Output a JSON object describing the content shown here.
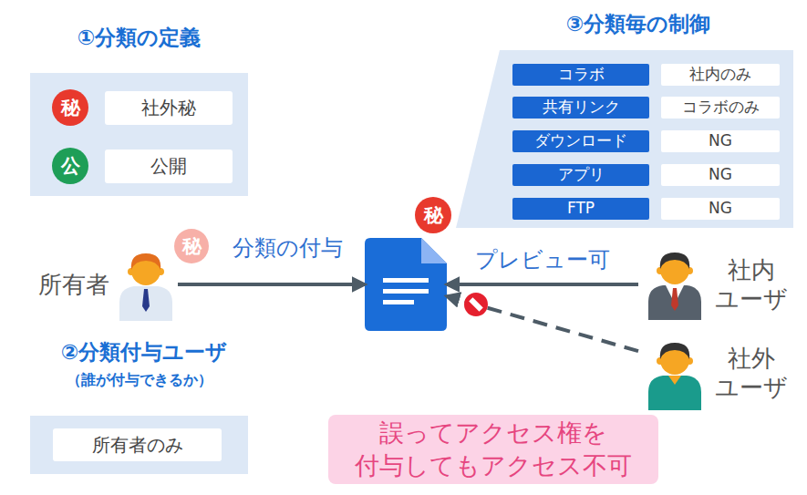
{
  "diagram": {
    "nodes": [
      {
        "text": [
          "①分類の定義"
        ]
      },
      {
        "text": [
          "秘"
        ],
        "in": 0
      },
      {
        "text": [
          "社外秘"
        ],
        "in": 0
      },
      {
        "text": [
          "公"
        ],
        "in": 0
      },
      {
        "text": [
          "公開"
        ],
        "in": 0
      },
      {
        "text": [
          "③分類毎の制御"
        ]
      },
      {
        "text": [
          "コラボ"
        ],
        "in": 5
      },
      {
        "text": [
          "社内のみ"
        ],
        "in": 5
      },
      {
        "text": [
          "共有リンク"
        ],
        "in": 5
      },
      {
        "text": [
          "コラボのみ"
        ],
        "in": 5
      },
      {
        "text": [
          "ダウンロード"
        ],
        "in": 5
      },
      {
        "text": [
          "NG"
        ],
        "in": 5
      },
      {
        "text": [
          "アプリ"
        ],
        "in": 5
      },
      {
        "text": [
          "NG"
        ],
        "in": 5
      },
      {
        "text": [
          "FTP"
        ],
        "in": 5
      },
      {
        "text": [
          "NG"
        ],
        "in": 5
      },
      {
        "text": [
          "秘"
        ]
      },
      {
        "text": [
          "所有者"
        ]
      },
      {
        "text": [
          "社内 ユーザ"
        ]
      },
      {
        "text": [
          "社外 ユーザ"
        ]
      },
      {
        "text": [
          "②分類付与ユーザ",
          "（誰が付与できるか）"
        ]
      },
      {
        "text": [
          "所有者のみ"
        ],
        "in": 20
      },
      {
        "text": [
          "誤ってアクセス権を 付与してもアクセス不可"
        ]
      }
    ],
    "edges": [
      {
        "from": 17,
        "to": 16,
        "label": "分類の付与",
        "arrow": "to"
      },
      {
        "from": 18,
        "to": 16,
        "label": "プレビュー可",
        "arrow": "to"
      },
      {
        "from": 19,
        "to": 16,
        "arrow": "to"
      }
    ],
    "labels": [
      "秘"
    ]
  }
}
